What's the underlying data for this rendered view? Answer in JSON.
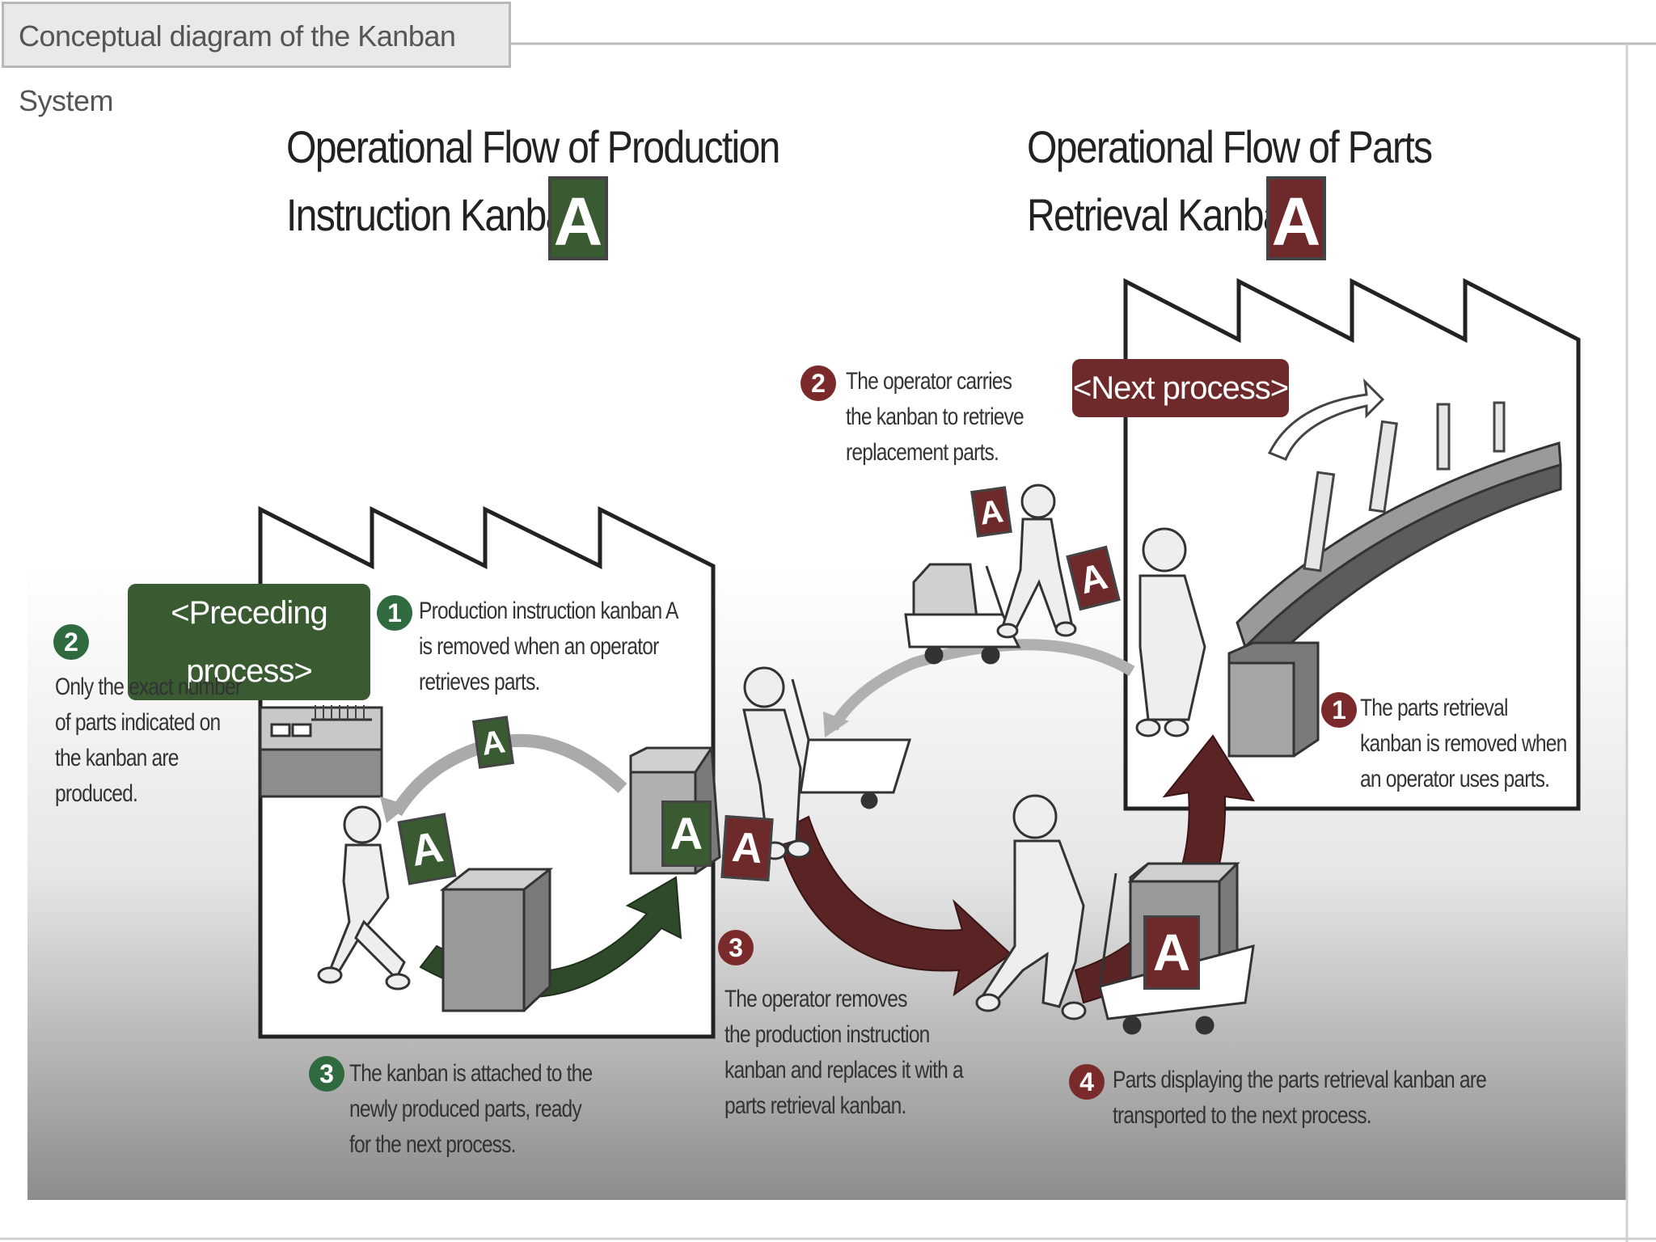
{
  "header_tab": "Conceptual diagram of the Kanban System",
  "left_title": {
    "line1": "Operational Flow of Production",
    "line2": "Instruction Kanban",
    "badge": "A"
  },
  "right_title": {
    "line1": "Operational Flow of Parts",
    "line2": "Retrieval Kanban",
    "badge": "A"
  },
  "preceding_label": "<Preceding process>",
  "next_label": "<Next process>",
  "callouts": {
    "l1_num": "1",
    "l1_text": "Production instruction kanban A\nis removed when an operator\nretrieves parts.",
    "l2_num": "2",
    "l2_text": "Only the exact number\nof parts indicated on\nthe kanban are\nproduced.",
    "l3_num": "3",
    "l3_text": "The kanban is attached to the\nnewly produced parts, ready\nfor the next process.",
    "m3_num": "3",
    "m3_text": "The operator removes\nthe production instruction\nkanban and replaces it with a\nparts retrieval kanban.",
    "r1_num": "1",
    "r1_text": "The parts retrieval\nkanban is removed when\nan operator uses parts.",
    "r2_num": "2",
    "r2_text": "The operator carries\nthe kanban to retrieve\nreplacement parts.",
    "r4_num": "4",
    "r4_text": "Parts displaying the parts retrieval kanban are\ntransported to the next  process."
  },
  "kanban_letter": "A",
  "colors": {
    "green": "#3a5a32",
    "maroon": "#6e2a2a",
    "green_number": "#2f6b3f",
    "maroon_number": "#7a2a2a"
  }
}
